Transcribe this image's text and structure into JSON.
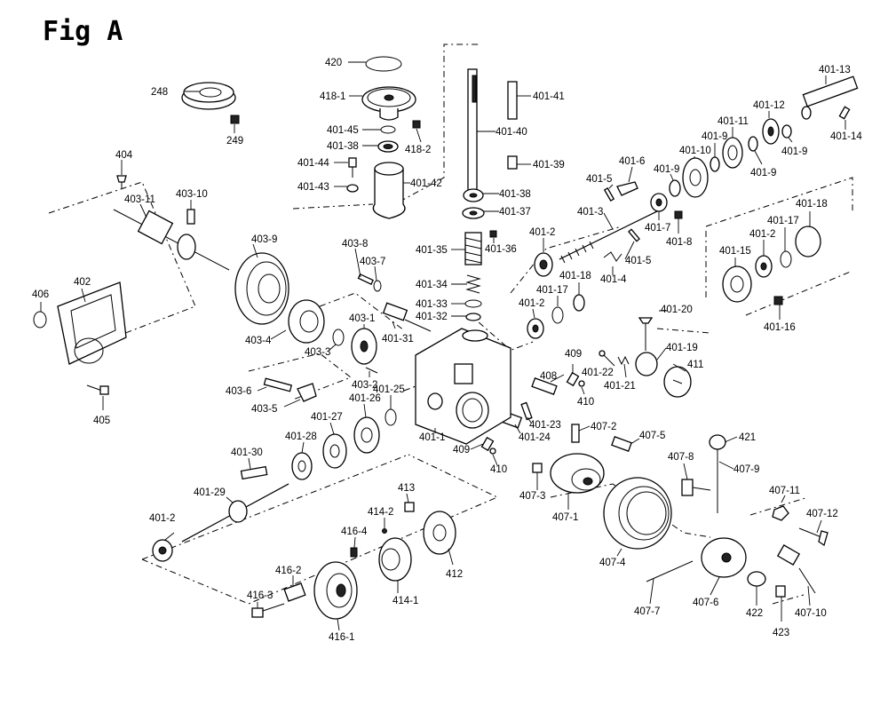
{
  "title": "Fig A",
  "labels": [
    {
      "id": "248",
      "text": "248"
    },
    {
      "id": "249",
      "text": "249"
    },
    {
      "id": "420",
      "text": "420"
    },
    {
      "id": "418-1",
      "text": "418-1"
    },
    {
      "id": "418-2",
      "text": "418-2"
    },
    {
      "id": "401-45",
      "text": "401-45"
    },
    {
      "id": "401-38",
      "text": "401-38"
    },
    {
      "id": "401-44",
      "text": "401-44"
    },
    {
      "id": "401-43",
      "text": "401-43"
    },
    {
      "id": "401-42",
      "text": "401-42"
    },
    {
      "id": "401-41",
      "text": "401-41"
    },
    {
      "id": "401-40",
      "text": "401-40"
    },
    {
      "id": "401-39",
      "text": "401-39"
    },
    {
      "id": "401-38b",
      "text": "401-38"
    },
    {
      "id": "401-37",
      "text": "401-37"
    },
    {
      "id": "401-36",
      "text": "401-36"
    },
    {
      "id": "401-35",
      "text": "401-35"
    },
    {
      "id": "401-34",
      "text": "401-34"
    },
    {
      "id": "401-33",
      "text": "401-33"
    },
    {
      "id": "401-32",
      "text": "401-32"
    },
    {
      "id": "401-31",
      "text": "401-31"
    },
    {
      "id": "401-13",
      "text": "401-13"
    },
    {
      "id": "401-14",
      "text": "401-14"
    },
    {
      "id": "401-12",
      "text": "401-12"
    },
    {
      "id": "401-11",
      "text": "401-11"
    },
    {
      "id": "401-10",
      "text": "401-10"
    },
    {
      "id": "401-9a",
      "text": "401-9"
    },
    {
      "id": "401-9b",
      "text": "401-9"
    },
    {
      "id": "401-9c",
      "text": "401-9"
    },
    {
      "id": "401-9d",
      "text": "401-9"
    },
    {
      "id": "401-6",
      "text": "401-6"
    },
    {
      "id": "401-5a",
      "text": "401-5"
    },
    {
      "id": "401-5b",
      "text": "401-5"
    },
    {
      "id": "401-3",
      "text": "401-3"
    },
    {
      "id": "401-7",
      "text": "401-7"
    },
    {
      "id": "401-8",
      "text": "401-8"
    },
    {
      "id": "401-4",
      "text": "401-4"
    },
    {
      "id": "401-2a",
      "text": "401-2"
    },
    {
      "id": "401-2b",
      "text": "401-2"
    },
    {
      "id": "401-2c",
      "text": "401-2"
    },
    {
      "id": "401-2d",
      "text": "401-2"
    },
    {
      "id": "401-18a",
      "text": "401-18"
    },
    {
      "id": "401-17a",
      "text": "401-17"
    },
    {
      "id": "401-18b",
      "text": "401-18"
    },
    {
      "id": "401-17b",
      "text": "401-17"
    },
    {
      "id": "401-15",
      "text": "401-15"
    },
    {
      "id": "401-16",
      "text": "401-16"
    },
    {
      "id": "401-20",
      "text": "401-20"
    },
    {
      "id": "401-19",
      "text": "401-19"
    },
    {
      "id": "401-22",
      "text": "401-22"
    },
    {
      "id": "401-21",
      "text": "401-21"
    },
    {
      "id": "411",
      "text": "411"
    },
    {
      "id": "409a",
      "text": "409"
    },
    {
      "id": "408",
      "text": "408"
    },
    {
      "id": "410a",
      "text": "410"
    },
    {
      "id": "401-23",
      "text": "401-23"
    },
    {
      "id": "401-24",
      "text": "401-24"
    },
    {
      "id": "401-1",
      "text": "401-1"
    },
    {
      "id": "409b",
      "text": "409"
    },
    {
      "id": "410b",
      "text": "410"
    },
    {
      "id": "407-2",
      "text": "407-2"
    },
    {
      "id": "407-5",
      "text": "407-5"
    },
    {
      "id": "407-3",
      "text": "407-3"
    },
    {
      "id": "407-1",
      "text": "407-1"
    },
    {
      "id": "407-8",
      "text": "407-8"
    },
    {
      "id": "421",
      "text": "421"
    },
    {
      "id": "407-9",
      "text": "407-9"
    },
    {
      "id": "407-4",
      "text": "407-4"
    },
    {
      "id": "407-11",
      "text": "407-11"
    },
    {
      "id": "407-12",
      "text": "407-12"
    },
    {
      "id": "407-7",
      "text": "407-7"
    },
    {
      "id": "407-6",
      "text": "407-6"
    },
    {
      "id": "422",
      "text": "422"
    },
    {
      "id": "423",
      "text": "423"
    },
    {
      "id": "407-10",
      "text": "407-10"
    },
    {
      "id": "404",
      "text": "404"
    },
    {
      "id": "403-11",
      "text": "403-11"
    },
    {
      "id": "403-10",
      "text": "403-10"
    },
    {
      "id": "403-9",
      "text": "403-9"
    },
    {
      "id": "403-8",
      "text": "403-8"
    },
    {
      "id": "403-7",
      "text": "403-7"
    },
    {
      "id": "406",
      "text": "406"
    },
    {
      "id": "402",
      "text": "402"
    },
    {
      "id": "403-4",
      "text": "403-4"
    },
    {
      "id": "403-3",
      "text": "403-3"
    },
    {
      "id": "403-1",
      "text": "403-1"
    },
    {
      "id": "403-2",
      "text": "403-2"
    },
    {
      "id": "405",
      "text": "405"
    },
    {
      "id": "403-6",
      "text": "403-6"
    },
    {
      "id": "403-5",
      "text": "403-5"
    },
    {
      "id": "401-25",
      "text": "401-25"
    },
    {
      "id": "401-26",
      "text": "401-26"
    },
    {
      "id": "401-27",
      "text": "401-27"
    },
    {
      "id": "401-28",
      "text": "401-28"
    },
    {
      "id": "401-30",
      "text": "401-30"
    },
    {
      "id": "401-29",
      "text": "401-29"
    },
    {
      "id": "413",
      "text": "413"
    },
    {
      "id": "414-2",
      "text": "414-2"
    },
    {
      "id": "416-4",
      "text": "416-4"
    },
    {
      "id": "412",
      "text": "412"
    },
    {
      "id": "416-2",
      "text": "416-2"
    },
    {
      "id": "416-3",
      "text": "416-3"
    },
    {
      "id": "414-1",
      "text": "414-1"
    },
    {
      "id": "416-1",
      "text": "416-1"
    }
  ]
}
